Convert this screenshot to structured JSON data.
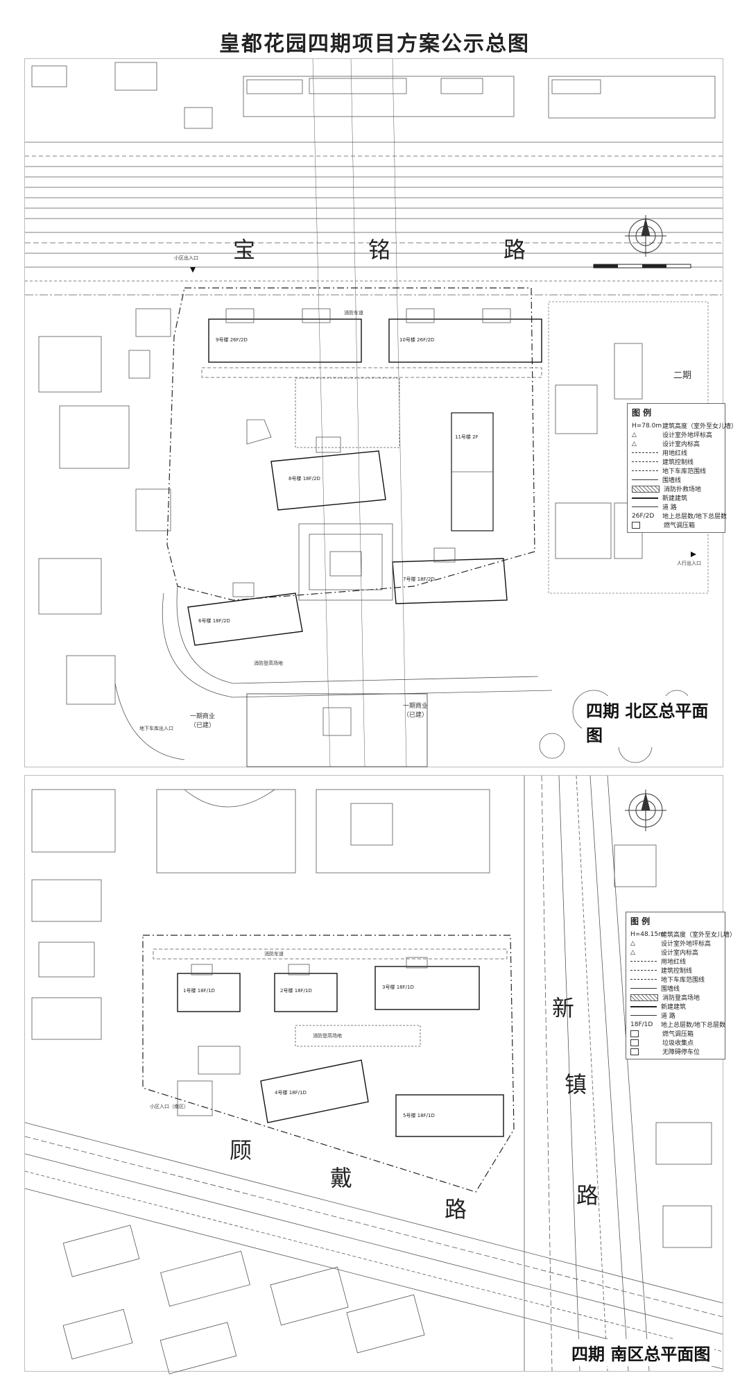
{
  "title": "皇都花园四期项目方案公示总图",
  "north_panel": {
    "caption": "四期 北区总平面图",
    "roads": [
      "宝",
      "铭",
      "路"
    ],
    "labels": {
      "entrance_top": "小区出入口",
      "pedestrian_entrance": "人行出入口",
      "underground_entrance": "地下车库出入口",
      "commercial_left": "一期商业\n（已建）",
      "commercial_right": "一期商业\n（已建）",
      "fire_lane": "消防车道",
      "fire_site": "消防登高场地",
      "phase2": "二期"
    },
    "buildings": [
      {
        "name": "9号楼",
        "floors": "26F/2D"
      },
      {
        "name": "10号楼",
        "floors": "26F/2D"
      },
      {
        "name": "8号楼",
        "floors": "18F/2D"
      },
      {
        "name": "6号楼",
        "floors": "18F/2D"
      },
      {
        "name": "7号楼",
        "floors": "18F/2D"
      },
      {
        "name": "11号楼",
        "floors": "2F"
      }
    ],
    "legend": {
      "heading": "图 例",
      "items": [
        {
          "sym": "text",
          "symtext": "H=78.0m",
          "label": "建筑高度（室外至女儿墙）"
        },
        {
          "sym": "text",
          "symtext": "△",
          "label": "设计室外地坪标高"
        },
        {
          "sym": "text",
          "symtext": "△",
          "label": "设计室内标高"
        },
        {
          "sym": "dash",
          "label": "用地红线"
        },
        {
          "sym": "dash",
          "label": "建筑控制线"
        },
        {
          "sym": "dash",
          "label": "地下车库范围线"
        },
        {
          "sym": "solid",
          "label": "围墙线"
        },
        {
          "sym": "hatch",
          "label": "消防扑救场地"
        },
        {
          "sym": "thick",
          "label": "新建建筑"
        },
        {
          "sym": "solid",
          "label": "道 路"
        },
        {
          "sym": "text",
          "symtext": "26F/2D",
          "label": "地上总层数/地下总层数"
        },
        {
          "sym": "box",
          "label": "燃气调压箱"
        }
      ]
    }
  },
  "south_panel": {
    "caption": "四期 南区总平面图",
    "roads_east": [
      "新",
      "镇",
      "路"
    ],
    "roads_south": [
      "顾",
      "戴",
      "路"
    ],
    "labels": {
      "entrance": "小区入口（南区）",
      "fire_lane": "消防车道",
      "fire_site": "消防登高场地"
    },
    "buildings": [
      {
        "name": "1号楼",
        "floors": "18F/1D"
      },
      {
        "name": "2号楼",
        "floors": "18F/1D"
      },
      {
        "name": "3号楼",
        "floors": "18F/1D"
      },
      {
        "name": "4号楼",
        "floors": "18F/1D"
      },
      {
        "name": "5号楼",
        "floors": "18F/1D"
      }
    ],
    "legend": {
      "heading": "图 例",
      "items": [
        {
          "sym": "text",
          "symtext": "H=48.15m",
          "label": "建筑高度（室外至女儿墙）"
        },
        {
          "sym": "text",
          "symtext": "△",
          "label": "设计室外地坪标高"
        },
        {
          "sym": "text",
          "symtext": "△",
          "label": "设计室内标高"
        },
        {
          "sym": "dash",
          "label": "用地红线"
        },
        {
          "sym": "dash",
          "label": "建筑控制线"
        },
        {
          "sym": "dash",
          "label": "地下车库范围线"
        },
        {
          "sym": "solid",
          "label": "围墙线"
        },
        {
          "sym": "hatch",
          "label": "消防登高场地"
        },
        {
          "sym": "thick",
          "label": "新建建筑"
        },
        {
          "sym": "solid",
          "label": "道 路"
        },
        {
          "sym": "text",
          "symtext": "18F/1D",
          "label": "地上总层数/地下总层数"
        },
        {
          "sym": "box",
          "label": "燃气调压箱"
        },
        {
          "sym": "box",
          "label": "垃圾收集点"
        },
        {
          "sym": "box",
          "label": "无障碍停车位"
        }
      ]
    }
  }
}
